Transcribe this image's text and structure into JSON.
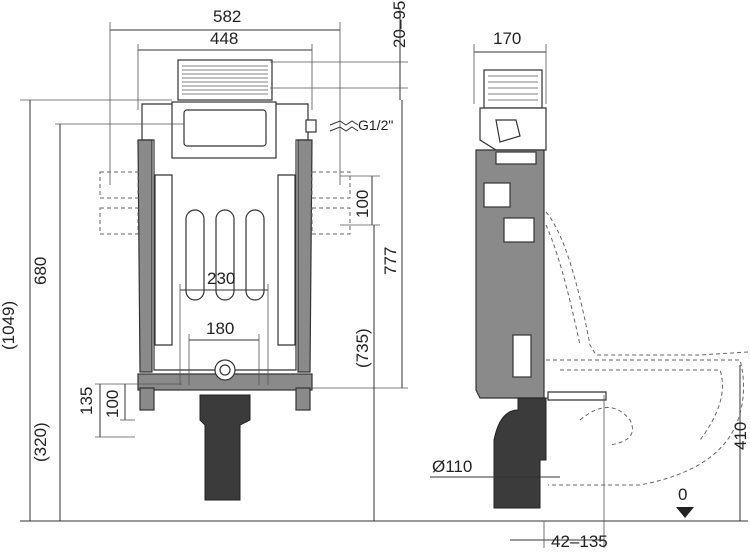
{
  "front_view": {
    "dim_582": "582",
    "dim_448": "448",
    "dim_20_95": "20–95",
    "dim_g12": "G1/2\"",
    "dim_1049": "(1049)",
    "dim_680": "680",
    "dim_320": "(320)",
    "dim_135": "135",
    "dim_100_left": "100",
    "dim_100_right": "100",
    "dim_230": "230",
    "dim_180": "180",
    "dim_777": "777",
    "dim_735": "(735)"
  },
  "side_view": {
    "dim_170": "170",
    "dim_110": "Ø110",
    "dim_42_135": "42–135",
    "dim_410": "410",
    "dim_zero": "0"
  }
}
